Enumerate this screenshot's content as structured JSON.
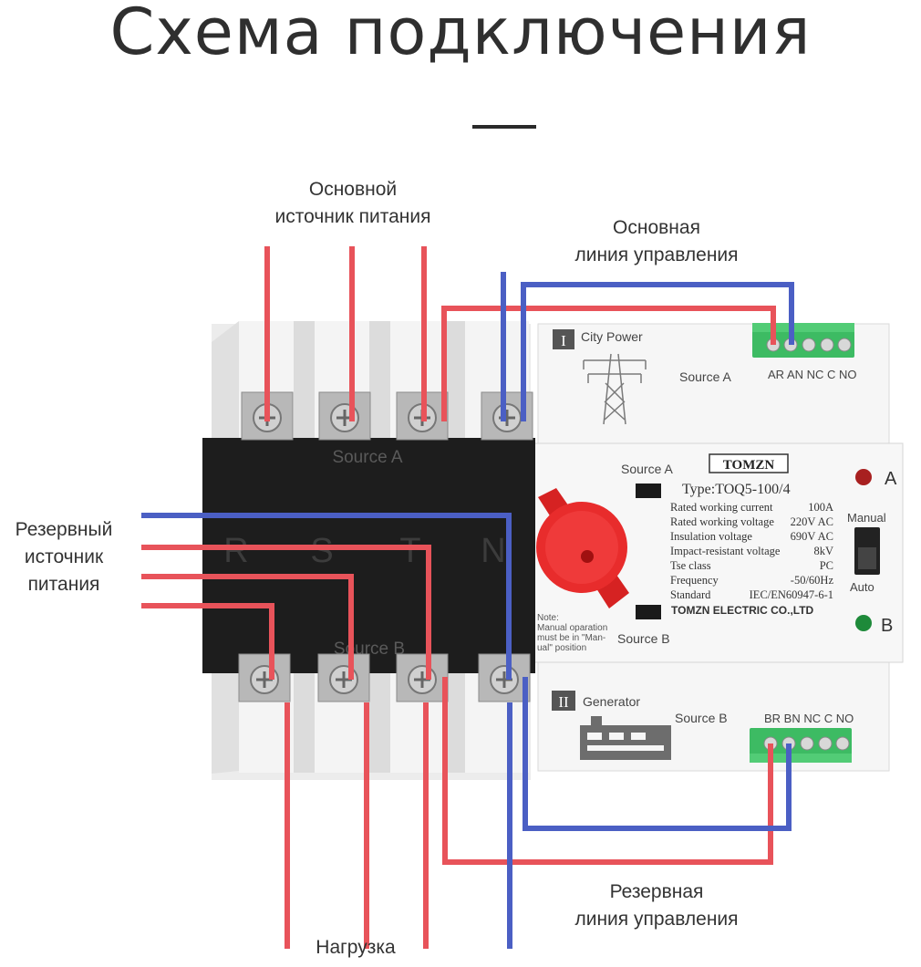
{
  "title": "Схема подключения",
  "labels": {
    "main_source": [
      "Основной",
      "источник питания"
    ],
    "main_control": [
      "Основная",
      "линия управления"
    ],
    "backup_source": [
      "Резервный",
      "источник",
      "питания"
    ],
    "backup_control": [
      "Резервная",
      "линия управления"
    ],
    "load": "Нагрузка"
  },
  "device": {
    "front": {
      "source_a": "Source A",
      "source_b": "Source B",
      "phases": [
        "R",
        "S",
        "T",
        "N"
      ]
    },
    "top_module": {
      "roman": "I",
      "name": "City Power",
      "source_label": "Source A",
      "terminals": "AR AN NC C NO"
    },
    "bottom_module": {
      "roman": "II",
      "name": "Generator",
      "source_label": "Source B",
      "terminals": "BR BN NC C NO"
    },
    "panel": {
      "brand": "TOMZN",
      "type": "Type:TOQ5-100/4",
      "source_a": "Source A",
      "source_b": "Source B",
      "specs": [
        {
          "name": "Rated working current",
          "value": "100A"
        },
        {
          "name": "Rated working voltage",
          "value": "220V AC"
        },
        {
          "name": "Insulation voltage",
          "value": "690V AC"
        },
        {
          "name": "Impact-resistant voltage",
          "value": "8kV"
        },
        {
          "name": "Tse class",
          "value": "PC"
        },
        {
          "name": "Frequency",
          "value": "-50/60Hz"
        },
        {
          "name": "Standard",
          "value": "IEC/EN60947-6-1"
        }
      ],
      "maker": "TOMZN ELECTRIC CO.,LTD",
      "note": [
        "Note:",
        "Manual oparation",
        "must be in \"Man-",
        "ual\" position"
      ],
      "indicator_a": "A",
      "indicator_b": "B",
      "switch_manual": "Manual",
      "switch_auto": "Auto"
    }
  },
  "colors": {
    "live_wire": "#e8535a",
    "control_wire": "#4b5fc4",
    "device_body": "#f2f2f2",
    "front_plate": "#1e1e1e",
    "knob": "#e82c2c",
    "terminal_block": "#3dbb63"
  }
}
